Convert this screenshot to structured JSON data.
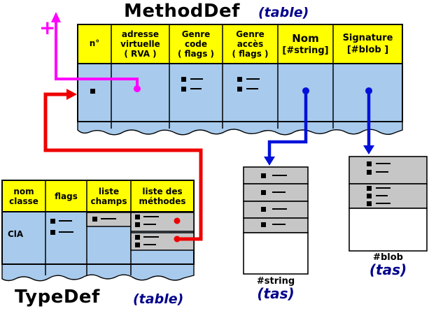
{
  "diagram": {
    "methoddef": {
      "title": "MethodDef",
      "kind": "(table)",
      "headers": [
        [
          "n°"
        ],
        [
          "adresse",
          "virtuelle",
          "( RVA )"
        ],
        [
          "Genre",
          "code",
          "( flags )"
        ],
        [
          "Genre",
          "accès",
          "( flags )"
        ],
        [
          "Nom",
          "[#string]"
        ],
        [
          "Signature",
          "[#blob ]"
        ]
      ]
    },
    "typedef": {
      "title": "TypeDef",
      "kind": "(table)",
      "headers": [
        [
          "nom",
          "classe"
        ],
        [
          "flags"
        ],
        [
          "liste",
          "champs"
        ],
        [
          "liste des",
          "méthodes"
        ]
      ],
      "row": {
        "class_name": "ClA"
      }
    },
    "string_heap": {
      "name": "#string",
      "kind": "(tas)"
    },
    "blob_heap": {
      "name": "#blob",
      "kind": "(tas)"
    },
    "plus_label": "+",
    "colors": {
      "table_header": "#ffff00",
      "table_body": "#a8caec",
      "heap_cell": "#c6c6c6",
      "arrow_red": "#ee0000",
      "arrow_magenta": "#ff00ff",
      "arrow_blue": "#0011d9",
      "kind_text": "#00008b"
    },
    "icons": {
      "field-mark-icon": "▪ —",
      "link-dot-icon": "●",
      "arrowhead-icon": "➤"
    }
  }
}
